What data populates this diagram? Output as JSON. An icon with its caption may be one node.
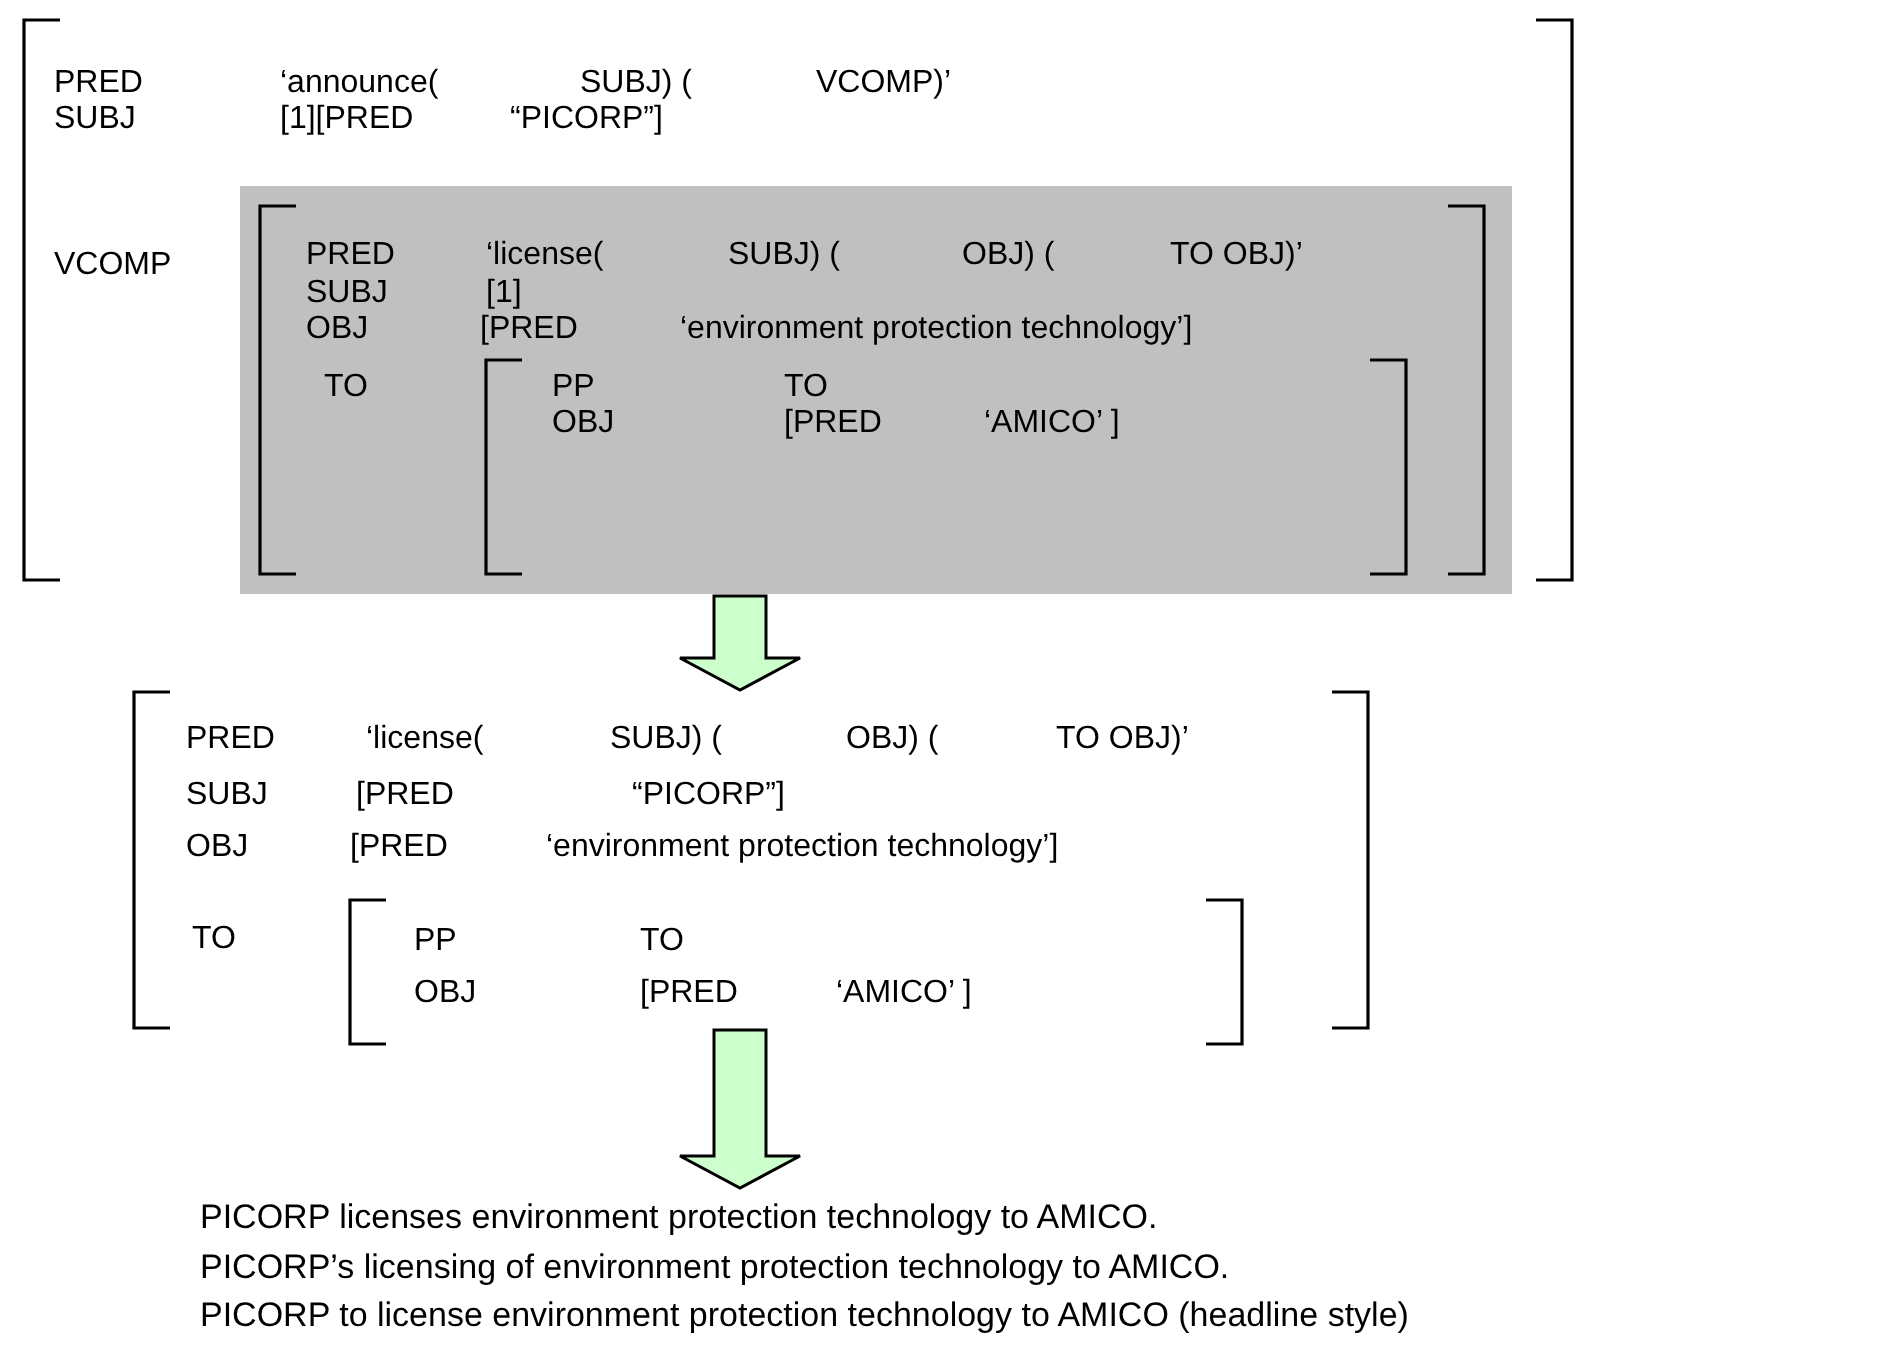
{
  "diagram": {
    "nodes": [
      {
        "text": [
          "PRED",
          "‘announce(",
          "SUBJ) (",
          "VCOMP)’",
          "SUBJ",
          "[1][PRED",
          "“PICORP”]",
          "VCOMP"
        ]
      },
      {
        "text": [
          "PRED",
          "‘license(",
          "SUBJ) (",
          "OBJ) (",
          "TO OBJ)’",
          "SUBJ",
          "[1]",
          "OBJ",
          "[PRED",
          "‘environment protection technology’]",
          "TO"
        ],
        "in": 0
      },
      {
        "text": [
          "PP",
          "TO",
          "OBJ",
          "[PRED",
          "‘AMICO’ ]"
        ],
        "in": 1
      },
      {
        "text": [
          "PRED",
          "‘license(",
          "SUBJ) (",
          "OBJ) (",
          "TO OBJ)’",
          "SUBJ",
          "[PRED",
          "“PICORP”]",
          "OBJ",
          "[PRED",
          "‘environment protection technology’]",
          "TO"
        ]
      },
      {
        "text": [
          "PP",
          "TO",
          "OBJ",
          "[PRED",
          "‘AMICO’ ]"
        ],
        "in": 3
      },
      {
        "text": [
          "PICORP licenses environment protection technology to AMICO.",
          "PICORP’s licensing of environment protection technology to AMICO.",
          "PICORP to license environment protection technology to AMICO (headline style)"
        ]
      }
    ],
    "edges": [
      {
        "from": 1,
        "to": 3,
        "arrow": "to"
      },
      {
        "from": 3,
        "to": 5,
        "arrow": "to"
      }
    ]
  }
}
